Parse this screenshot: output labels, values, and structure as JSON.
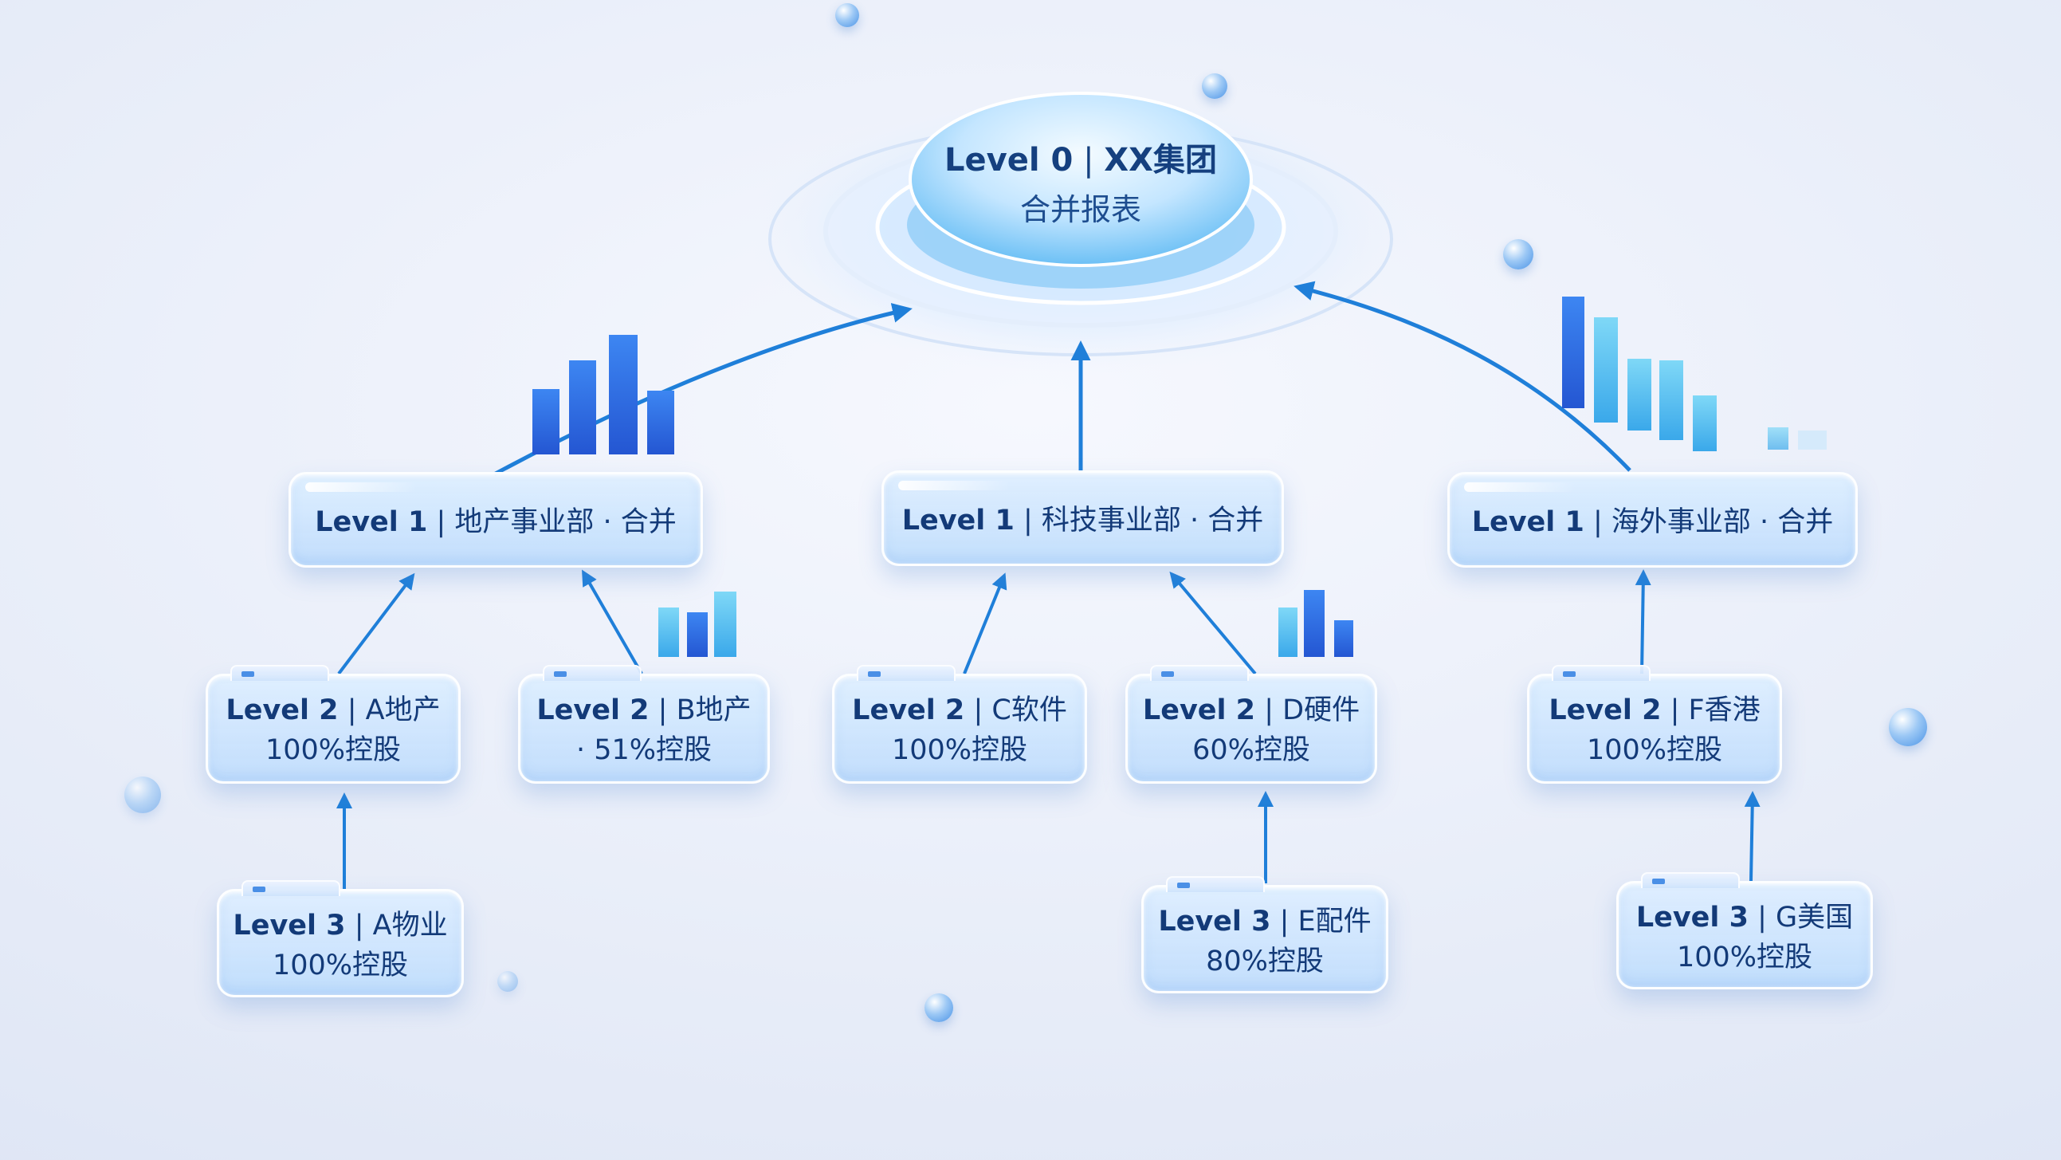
{
  "colors": {
    "arrow": "#1f7fd9",
    "bar_dark": "#2d6de0",
    "bar_mid": "#3a8ef0",
    "bar_light": "#58c4f2",
    "text": "#133a78"
  },
  "root": {
    "level": "Level 0",
    "name": "XX集团",
    "subtitle": "合并报表"
  },
  "level1": [
    {
      "level": "Level 1",
      "name": "地产事业部 · 合并"
    },
    {
      "level": "Level 1",
      "name": "科技事业部 · 合并"
    },
    {
      "level": "Level 1",
      "name": "海外事业部 · 合并"
    }
  ],
  "level2": [
    {
      "level": "Level 2",
      "name": "A地产",
      "share": "100%控股"
    },
    {
      "level": "Level 2",
      "name": "B地产",
      "share": "· 51%控股"
    },
    {
      "level": "Level 2",
      "name": "C软件",
      "share": "100%控股"
    },
    {
      "level": "Level 2",
      "name": "D硬件",
      "share": "60%控股"
    },
    {
      "level": "Level 2",
      "name": "F香港",
      "share": "100%控股"
    }
  ],
  "level3": [
    {
      "level": "Level 3",
      "name": "A物业",
      "share": "100%控股"
    },
    {
      "level": "Level 3",
      "name": "E配件",
      "share": "80%控股"
    },
    {
      "level": "Level 3",
      "name": "G美国",
      "share": "100%控股"
    }
  ],
  "separator": "|"
}
